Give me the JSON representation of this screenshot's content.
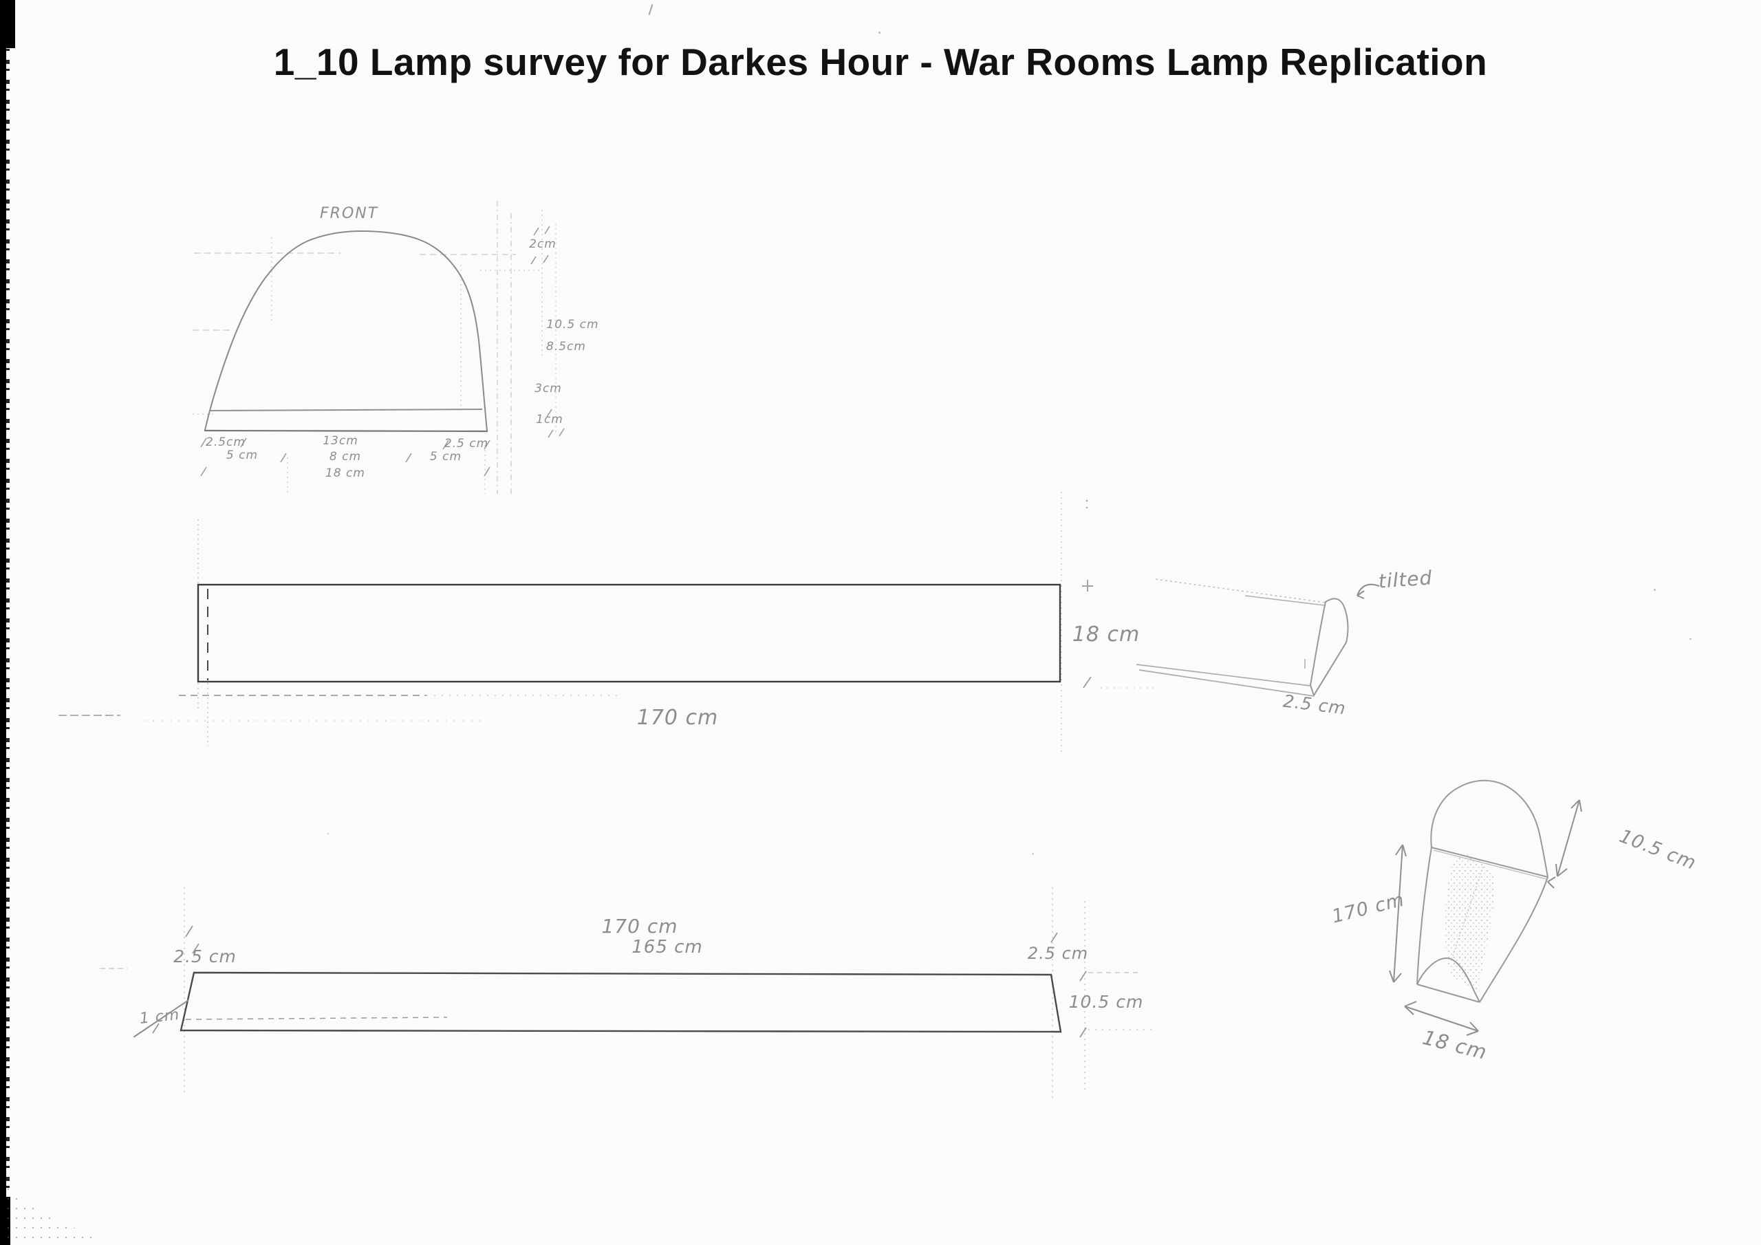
{
  "title": "1_10 Lamp survey for Darkes Hour - War Rooms Lamp Replication",
  "front_view": {
    "label": "FRONT",
    "dim_top_right": "2cm",
    "dim_total_height": "10.5 cm",
    "dim_mid_height": "8.5cm",
    "dim_lower_height": "3cm",
    "dim_base_height": "1cm",
    "dim_bottom_left": "2.5cm",
    "dim_bottom_center": "13cm",
    "dim_bottom_right": "2.5 cm",
    "dim_bottom_left_2": "5 cm",
    "dim_bottom_center_2": "8 cm",
    "dim_bottom_right_2": "5 cm",
    "dim_bottom_total": "18 cm"
  },
  "side_view": {
    "dim_length": "170 cm",
    "dim_height": "18 cm"
  },
  "tilted_view": {
    "label": "tilted",
    "dim_thickness": "2.5 cm"
  },
  "top_view": {
    "dim_length_outer": "170 cm",
    "dim_length_inner": "165 cm",
    "dim_end_left": "2.5 cm",
    "dim_end_right": "2.5 cm",
    "dim_width": "10.5 cm",
    "dim_crossed_out": "1 cm"
  },
  "perspective_view": {
    "dim_length": "170 cm",
    "dim_height": "10.5 cm",
    "dim_width": "18 cm"
  },
  "colors": {
    "paper": "#fbfbfa",
    "pencil": "#8d8d8d",
    "dark_line": "#3c3c3c",
    "construction": "#c6c6c6",
    "scan_artifact": "#000000"
  }
}
